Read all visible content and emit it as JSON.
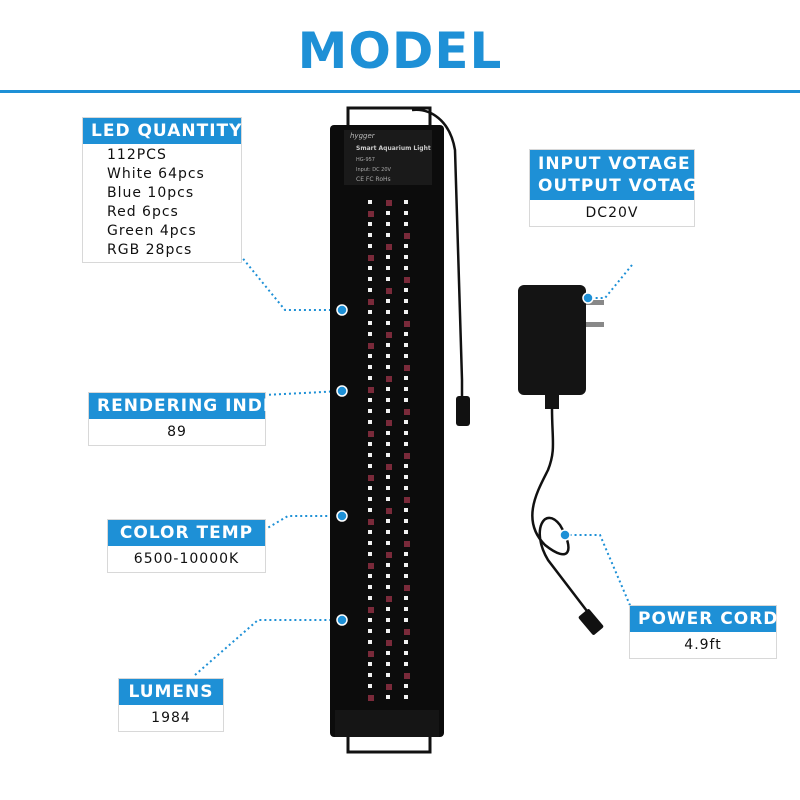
{
  "title": "MODEL",
  "led_quantity": {
    "heading": "LED QUANTITY",
    "items": [
      "112PCS",
      "White 64pcs",
      "Blue 10pcs",
      "Red 6pcs",
      "Green 4pcs",
      "RGB 28pcs"
    ]
  },
  "rendering_index": {
    "heading": "RENDERING INDEX",
    "value": "89"
  },
  "color_temp": {
    "heading": "COLOR TEMP",
    "value": "6500-10000K"
  },
  "lumens": {
    "heading": "LUMENS",
    "value": "1984"
  },
  "input_voltage": {
    "heading_line1": "INPUT VOTAGE",
    "heading_line2": "OUTPUT VOTAGE",
    "value": "DC20V"
  },
  "power_cord": {
    "heading": "POWER CORD",
    "value": "4.9ft"
  },
  "light_label": {
    "brand": "hygger",
    "product": "Smart Aquarium Light",
    "model": "HG-957",
    "input": "Input: DC 20V",
    "marks": "CE  FC  RoHs"
  },
  "colors": {
    "accent": "#1e90d6",
    "fixture": "#111111",
    "led_white": "#f2f2f2",
    "led_red": "#7a2a3a"
  }
}
